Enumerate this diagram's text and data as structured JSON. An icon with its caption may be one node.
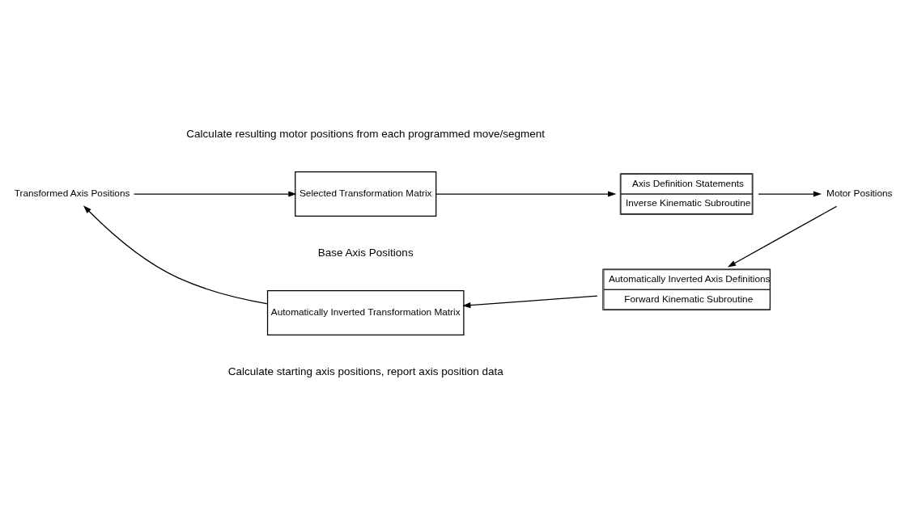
{
  "diagram": {
    "nodes": [
      {
        "text": [
          "Selected Transformation Matrix"
        ]
      },
      {
        "text": [
          "Axis Definition Statements",
          "Inverse Kinematic Subroutine"
        ]
      },
      {
        "text": [
          "Motor Positions"
        ]
      },
      {
        "text": [
          "Automatically Inverted Axis Definitions",
          "Forward Kinematic Subroutine"
        ]
      },
      {
        "text": [
          "Automatically Inverted Transformation Matrix"
        ]
      },
      {
        "text": [
          "Transformed Axis Positions"
        ]
      }
    ],
    "edges": [
      {
        "from": 0,
        "to": 1,
        "arrow": "to"
      },
      {
        "from": 1,
        "to": 2,
        "arrow": "to"
      },
      {
        "from": 2,
        "to": 3,
        "arrow": "to"
      },
      {
        "from": 3,
        "to": 4,
        "arrow": "to"
      },
      {
        "from": 4,
        "to": 5,
        "arrow": "to"
      },
      {
        "from": 5,
        "to": 0,
        "arrow": "to"
      }
    ],
    "labels": [
      "Calculate resulting motor positions from each programmed move/segment",
      "Base Axis Positions",
      "Calculate starting axis positions, report axis position data"
    ]
  }
}
